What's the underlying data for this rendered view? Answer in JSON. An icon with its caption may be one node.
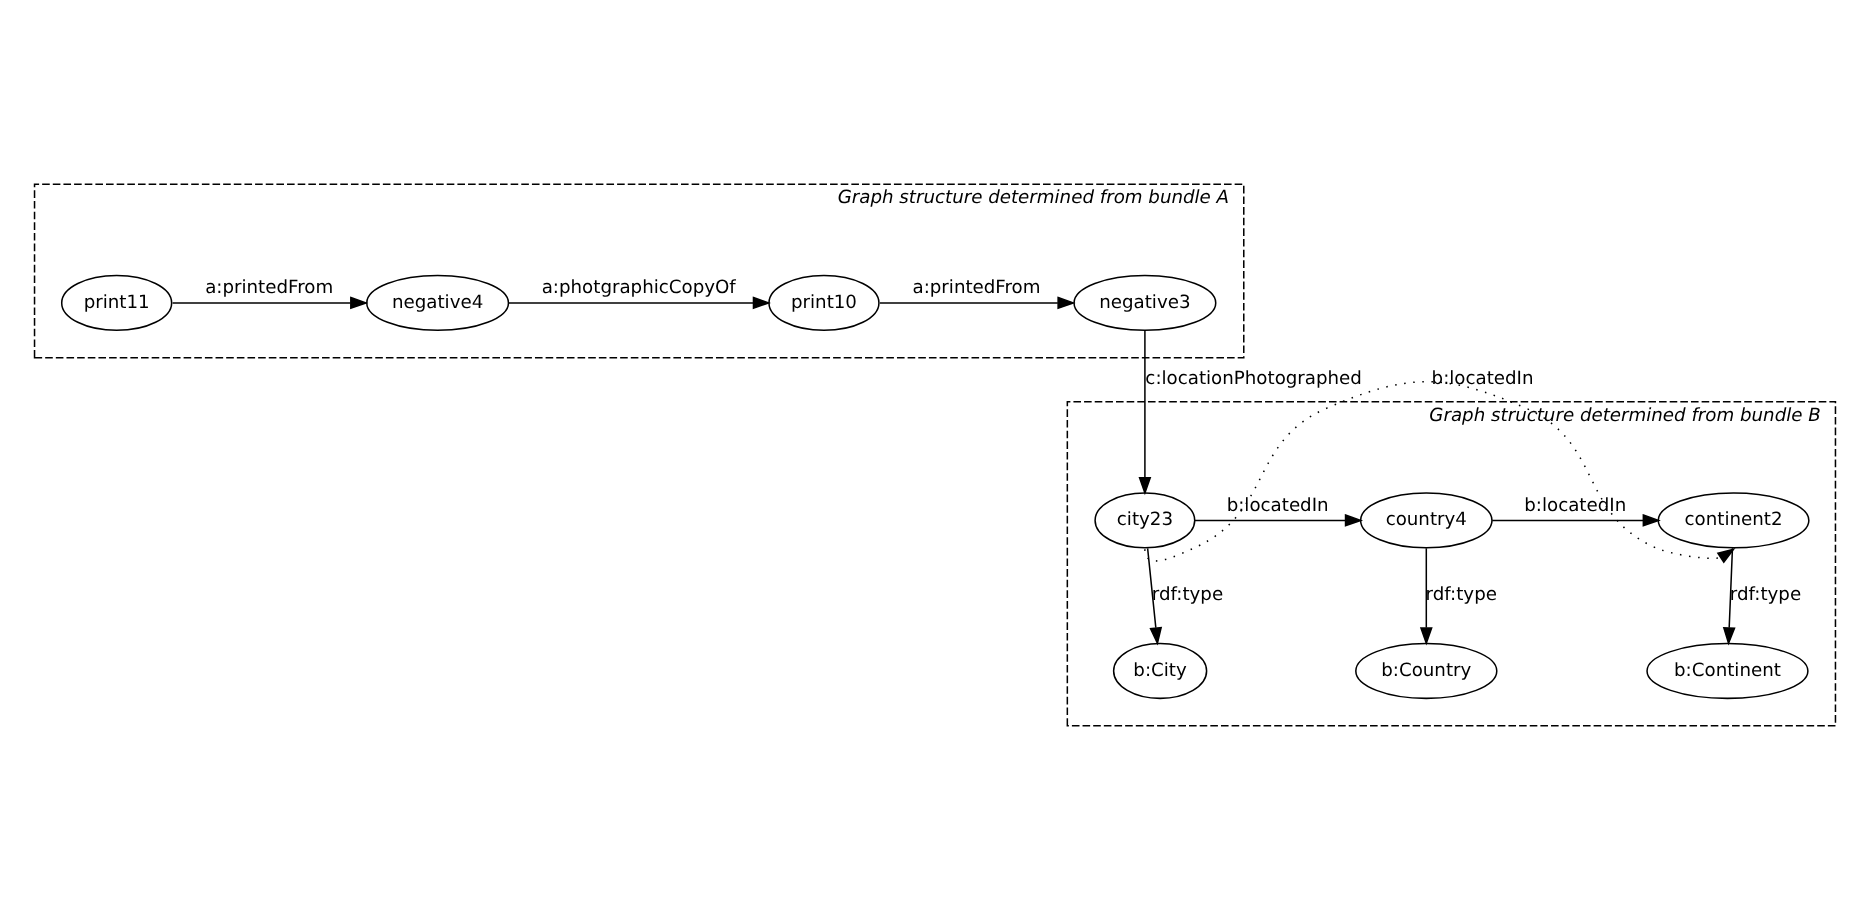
{
  "diagram": {
    "nodes": [
      {
        "text": [
          "Graph structure determined from bundle A"
        ]
      },
      {
        "text": [
          "negative3"
        ],
        "in": 0
      },
      {
        "text": [
          "print10"
        ],
        "in": 0
      },
      {
        "text": [
          "negative4"
        ],
        "in": 0
      },
      {
        "text": [
          "print11"
        ],
        "in": 0
      },
      {
        "text": [
          "Graph structure determined from bundle B"
        ]
      },
      {
        "text": [
          "b:City"
        ],
        "in": 5
      },
      {
        "text": [
          "b:Country"
        ],
        "in": 5
      },
      {
        "text": [
          "b:Continent"
        ],
        "in": 5
      },
      {
        "text": [
          "city23"
        ],
        "in": 5
      },
      {
        "text": [
          "country4"
        ],
        "in": 5
      },
      {
        "text": [
          "continent2"
        ],
        "in": 5
      }
    ],
    "edges": [
      {
        "from": 2,
        "to": 1,
        "arrow": "to",
        "label": "a:printedFrom"
      },
      {
        "from": 3,
        "to": 2,
        "arrow": "to",
        "label": "a:photgraphicCopyOf"
      },
      {
        "from": 4,
        "to": 3,
        "arrow": "to",
        "label": "a:printedFrom"
      },
      {
        "from": 1,
        "to": 9,
        "arrow": "to",
        "label": "c:locationPhotographed"
      },
      {
        "from": 9,
        "to": 6,
        "arrow": "to",
        "label": "rdf:type"
      },
      {
        "from": 10,
        "to": 7,
        "arrow": "to",
        "label": "rdf:type"
      },
      {
        "from": 11,
        "to": 8,
        "arrow": "to",
        "label": "rdf:type"
      },
      {
        "from": 9,
        "to": 10,
        "arrow": "to",
        "label": "b:locatedIn"
      },
      {
        "from": 10,
        "to": 11,
        "arrow": "to",
        "label": "b:locatedIn"
      },
      {
        "from": 9,
        "to": 11,
        "arrow": "to",
        "label": "b:locatedIn",
        "style": "dashed"
      }
    ]
  }
}
